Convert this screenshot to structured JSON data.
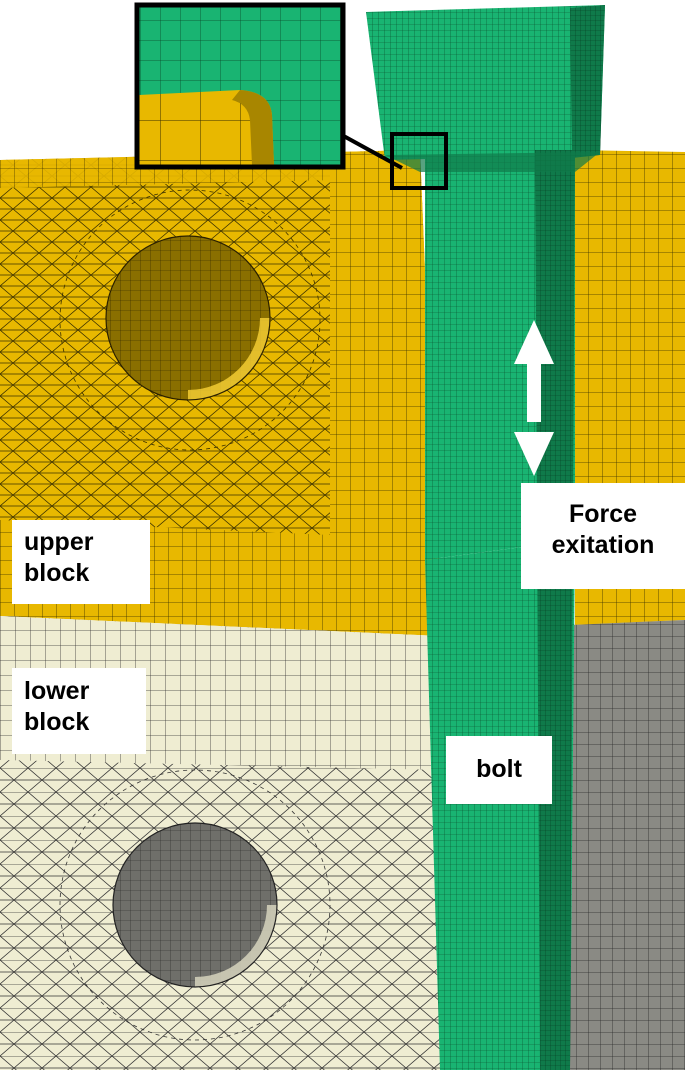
{
  "labels": {
    "upper_block": [
      "upper",
      "block"
    ],
    "lower_block": [
      "lower",
      "block"
    ],
    "force_excitation": [
      "Force",
      "exitation"
    ],
    "bolt": [
      "bolt"
    ]
  },
  "colors": {
    "upper_block": "#e8b800",
    "upper_block_shadow": "#a88600",
    "lower_block": "#efedd2",
    "lower_block_shadow": "#8a8a84",
    "bolt": "#19b472",
    "bolt_dark": "#0d6e42",
    "mesh_line": "#2b2b2b",
    "arrow": "#ffffff",
    "callout_border": "#000000"
  }
}
